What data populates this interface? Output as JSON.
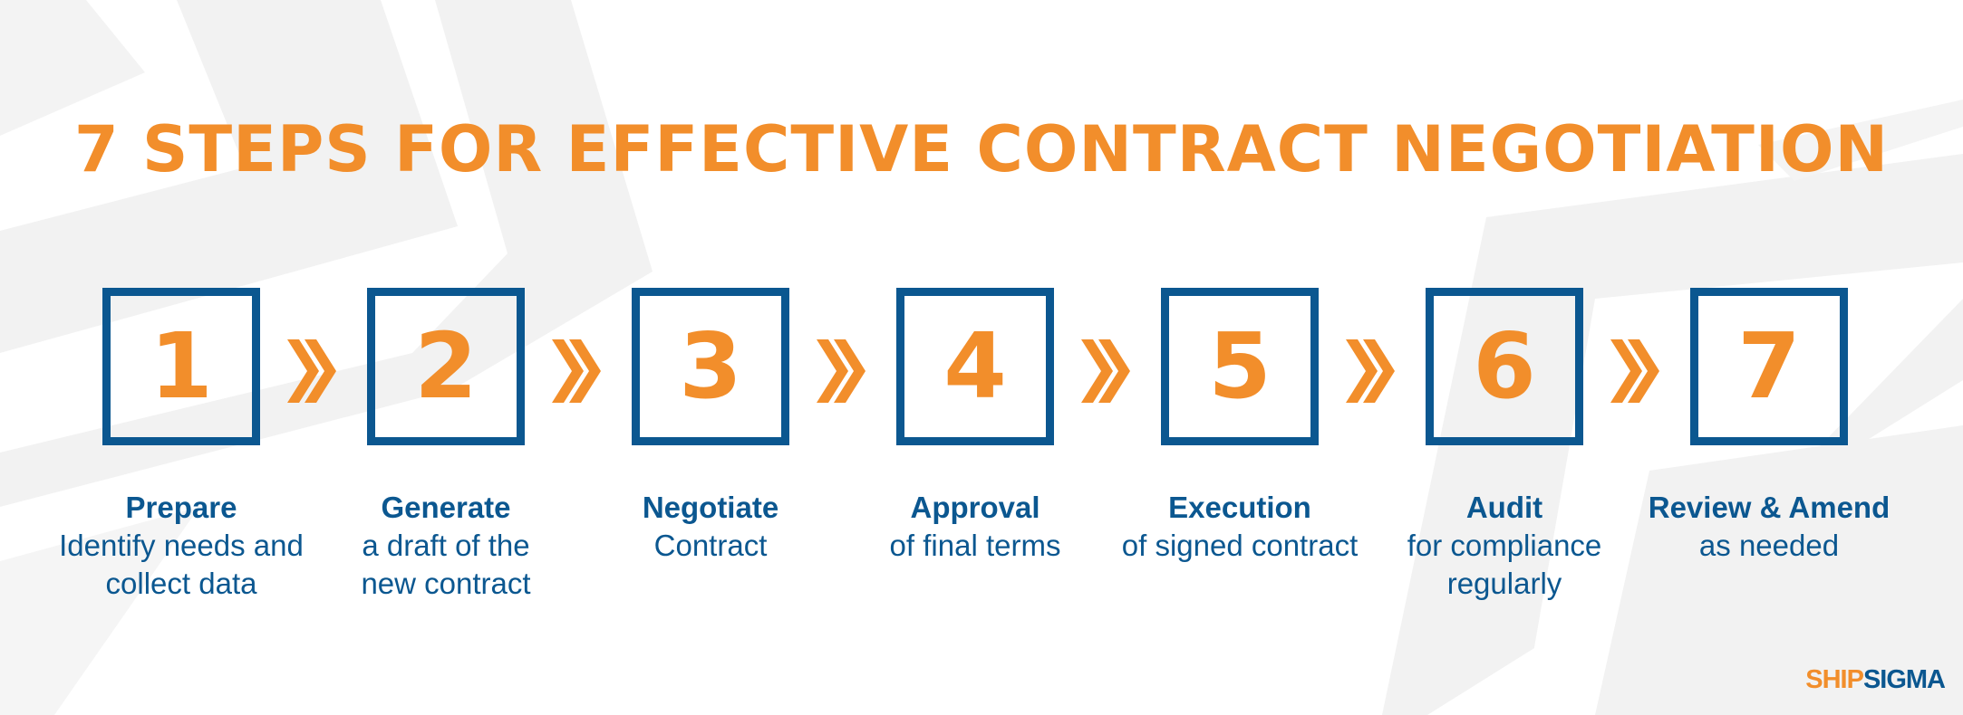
{
  "title": "7 STEPS FOR EFFECTIVE CONTRACT NEGOTIATION",
  "colors": {
    "accent": "#f28e2b",
    "primary": "#0b5790",
    "watermark": "#f2f2f2"
  },
  "steps": [
    {
      "number": "1",
      "heading": "Prepare",
      "description_lines": [
        "Identify needs and",
        "collect data"
      ]
    },
    {
      "number": "2",
      "heading": "Generate",
      "description_lines": [
        "a draft of the",
        "new contract"
      ]
    },
    {
      "number": "3",
      "heading": "Negotiate",
      "description_lines": [
        "Contract"
      ]
    },
    {
      "number": "4",
      "heading": "Approval",
      "description_lines": [
        "of final terms"
      ]
    },
    {
      "number": "5",
      "heading": "Execution",
      "description_lines": [
        "of signed contract"
      ]
    },
    {
      "number": "6",
      "heading": "Audit",
      "description_lines": [
        "for compliance",
        "regularly"
      ]
    },
    {
      "number": "7",
      "heading": "Review & Amend",
      "description_lines": [
        "as needed"
      ]
    }
  ],
  "connector_icon": "double-chevron-right-icon",
  "logo": {
    "part1": "SHIP",
    "part2": "SIGMA"
  }
}
